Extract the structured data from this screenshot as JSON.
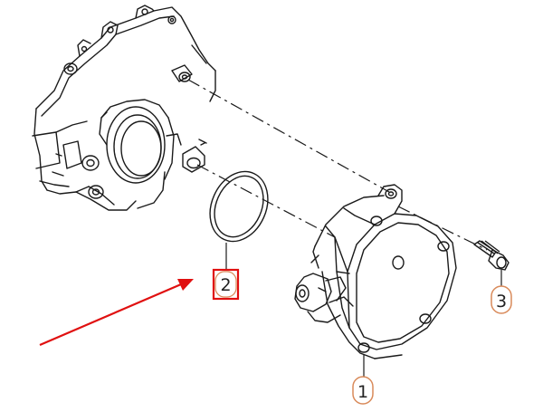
{
  "diagram": {
    "parts": [
      {
        "id": "1",
        "label": "1",
        "style": "oval",
        "color": "#d98a5a"
      },
      {
        "id": "2",
        "label": "2",
        "style": "box",
        "color": "#e01010"
      },
      {
        "id": "3",
        "label": "3",
        "style": "oval",
        "color": "#d98a5a"
      }
    ],
    "arrow": {
      "color": "#e01010",
      "points_to": "2"
    },
    "line_color": "#1a1a1a"
  }
}
